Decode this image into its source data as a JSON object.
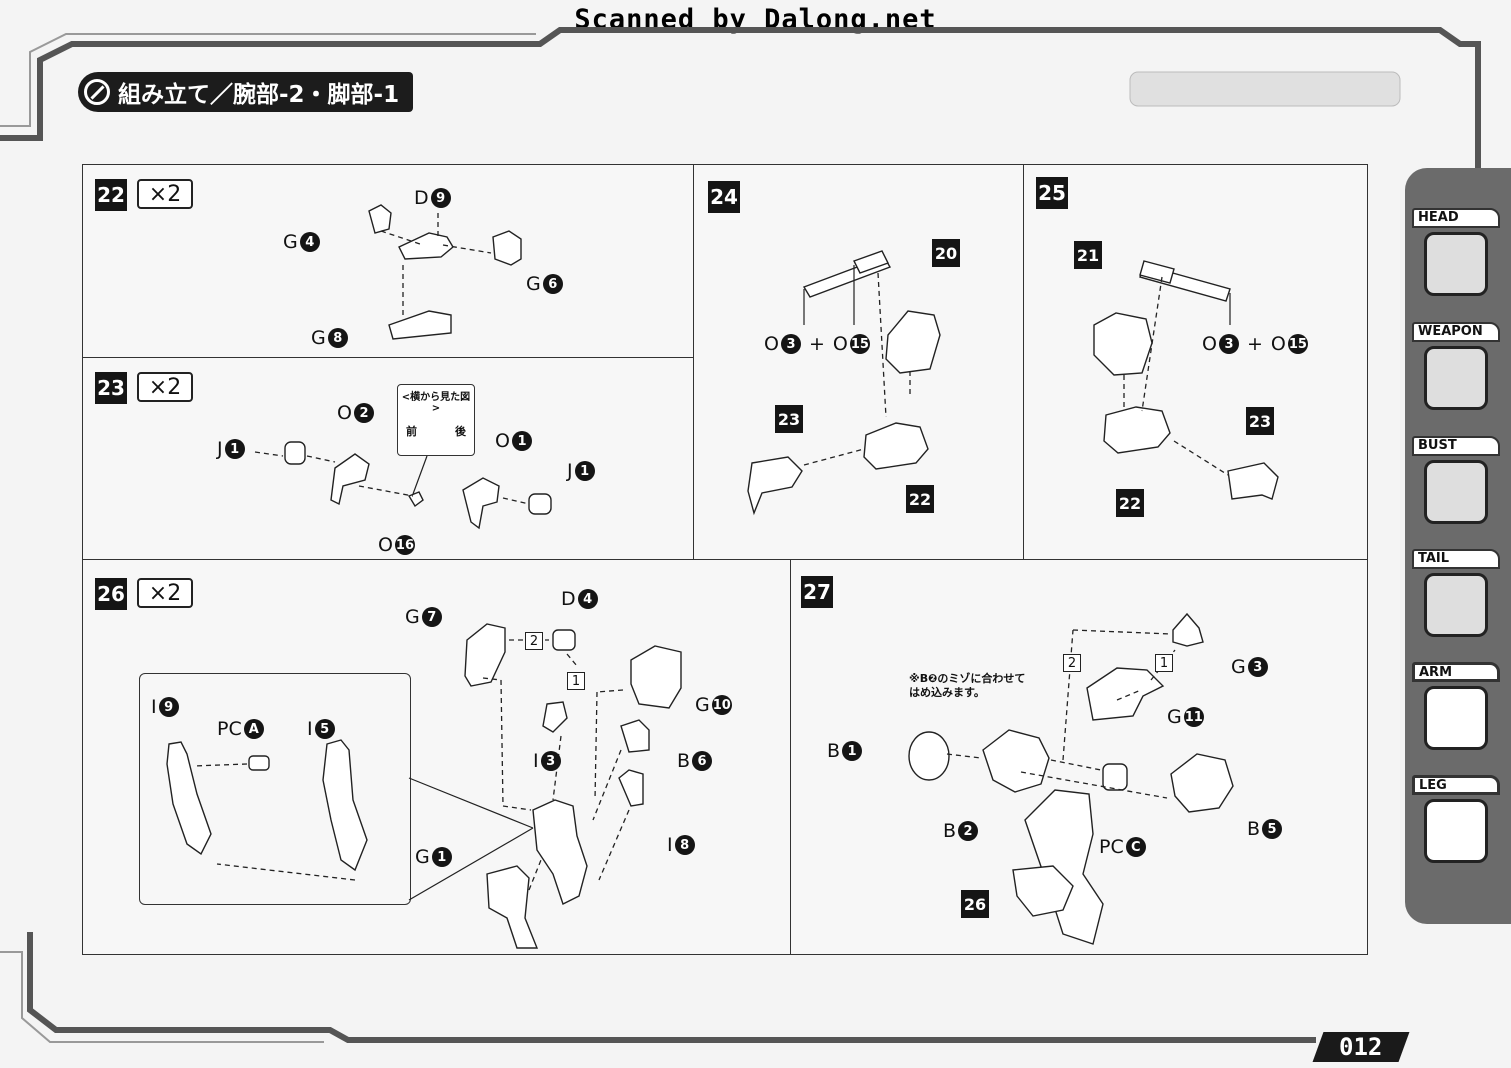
{
  "scan_credit": "Scanned by Dalong.net",
  "section_title": "組み立て／腕部-2・脚部-1",
  "page_number": "012",
  "sidebar_tabs": [
    "HEAD",
    "WEAPON",
    "BUST",
    "TAIL",
    "ARM",
    "LEG"
  ],
  "steps": {
    "s22": {
      "number": "22",
      "multiplier": "×2",
      "labels": {
        "d9": [
          "D",
          "9"
        ],
        "g4": [
          "G",
          "4"
        ],
        "g6": [
          "G",
          "6"
        ],
        "g8": [
          "G",
          "8"
        ]
      }
    },
    "s23": {
      "number": "23",
      "multiplier": "×2",
      "side_view_title": "<横から見た図>",
      "side_front": "前",
      "side_back": "後",
      "labels": {
        "o2": [
          "O",
          "2"
        ],
        "j1a": [
          "J",
          "1"
        ],
        "o1": [
          "O",
          "1"
        ],
        "j1b": [
          "J",
          "1"
        ],
        "o16": [
          "O",
          "16"
        ]
      }
    },
    "s24": {
      "number": "24",
      "sub_20": "20",
      "sub_23": "23",
      "sub_22": "22",
      "combo": {
        "p1": [
          "O",
          "3"
        ],
        "plus": "+",
        "p2": [
          "O",
          "15"
        ]
      }
    },
    "s25": {
      "number": "25",
      "sub_21": "21",
      "sub_23": "23",
      "sub_22": "22",
      "combo": {
        "p1": [
          "O",
          "3"
        ],
        "plus": "+",
        "p2": [
          "O",
          "15"
        ]
      }
    },
    "s26": {
      "number": "26",
      "multiplier": "×2",
      "order_1": "1",
      "order_2": "2",
      "labels": {
        "d4": [
          "D",
          "4"
        ],
        "g7": [
          "G",
          "7"
        ],
        "g10": [
          "G",
          "10"
        ],
        "i3": [
          "I",
          "3"
        ],
        "b6": [
          "B",
          "6"
        ],
        "i8": [
          "I",
          "8"
        ],
        "g1": [
          "G",
          "1"
        ],
        "i9": [
          "I",
          "9"
        ],
        "pca": [
          "PC",
          "A"
        ],
        "i5": [
          "I",
          "5"
        ]
      }
    },
    "s27": {
      "number": "27",
      "sub_26": "26",
      "order_1": "1",
      "order_2": "2",
      "note": "※B❷のミゾに合わせて\nはめ込みます。",
      "labels": {
        "g3": [
          "G",
          "3"
        ],
        "g11": [
          "G",
          "11"
        ],
        "b1": [
          "B",
          "1"
        ],
        "b2": [
          "B",
          "2"
        ],
        "pcc": [
          "PC",
          "C"
        ],
        "b5": [
          "B",
          "5"
        ]
      }
    }
  }
}
